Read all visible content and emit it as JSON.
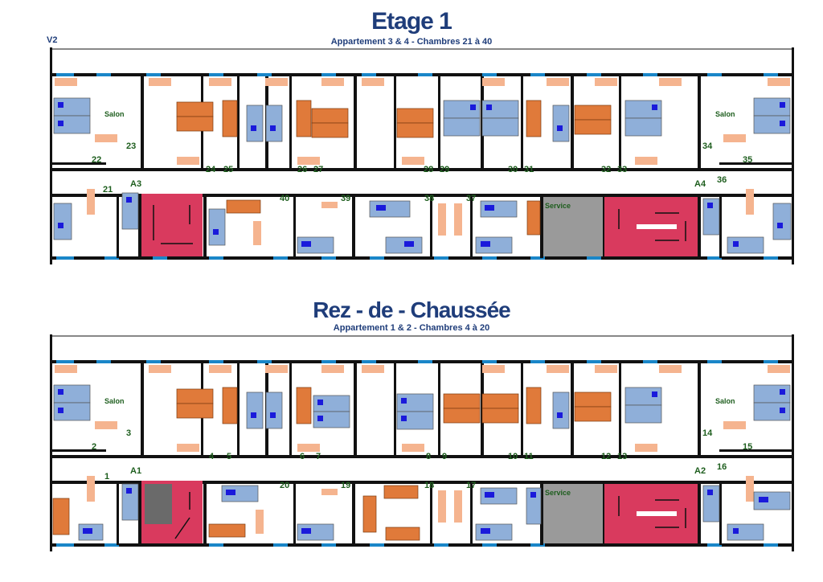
{
  "colors": {
    "wall": "#111111",
    "window": "#1a86c8",
    "bed": "#8fafd9",
    "bed_icon": "#1a1adb",
    "furniture_orange": "#e07a3a",
    "stairs": "#d93a5e",
    "service": "#9a9a9a",
    "desk_peach": "#f5b48f",
    "label_green": "#1e5e1e",
    "title_blue": "#1f3d7a"
  },
  "floors": [
    {
      "title": "Etage 1",
      "subtitle": "Appartement 3 & 4  -  Chambres 21 à 40",
      "code": "V2",
      "top_rooms": [
        "22",
        "23",
        "24",
        "25",
        "26",
        "27",
        "28",
        "29",
        "30",
        "31",
        "32",
        "33",
        "34",
        "35"
      ],
      "bottom_rooms": [
        "21",
        "40",
        "39",
        "38",
        "37",
        "36"
      ],
      "stair_labels": [
        "A3",
        "A4"
      ],
      "salon_label": "Salon",
      "service_label": "Service"
    },
    {
      "title": "Rez - de - Chaussée",
      "subtitle": "Appartement 1 & 2  -  Chambres 4 à 20",
      "code": "",
      "top_rooms": [
        "2",
        "3",
        "4",
        "5",
        "6",
        "7",
        "8",
        "9",
        "10",
        "11",
        "12",
        "13",
        "14",
        "15"
      ],
      "bottom_rooms": [
        "1",
        "20",
        "19",
        "18",
        "17",
        "16"
      ],
      "stair_labels": [
        "A1",
        "A2"
      ],
      "salon_label": "Salon",
      "service_label": "Service"
    }
  ]
}
